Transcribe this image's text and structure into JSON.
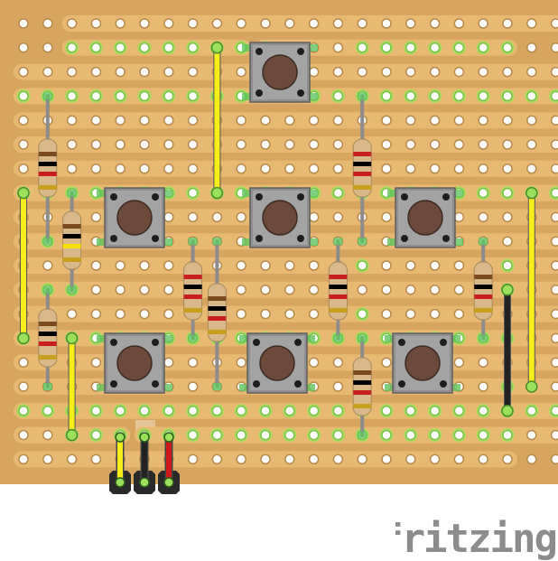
{
  "brand": {
    "watermark": "fritzing"
  },
  "colors": {
    "board": "#d7a55f",
    "strip": "#e8b972",
    "hole": "#ffffff",
    "hole_ring": "#b58a4c",
    "connected_hole": "#9be05a",
    "wire_yellow": "#f5ee1b",
    "wire_black": "#222222",
    "wire_red": "#cc1a1a",
    "button_body": "#8f8f8f",
    "button_cap": "#6b4a3c",
    "resistor_body": "#d9b98a",
    "watermark": "#8c8c8c"
  },
  "board": {
    "columns": 23,
    "rows": 19
  },
  "components": {
    "pushbuttons": [
      {
        "id": "SW1",
        "col": 11
      },
      {
        "id": "SW2",
        "col": 4
      },
      {
        "id": "SW3",
        "col": 11
      },
      {
        "id": "SW4",
        "col": 17
      },
      {
        "id": "SW5",
        "col": 4
      },
      {
        "id": "SW6",
        "col": 10
      },
      {
        "id": "SW7",
        "col": 16
      }
    ],
    "resistors": [
      {
        "id": "R1",
        "bands": [
          "#7a4a1e",
          "#000000",
          "#c81e1e",
          "#c8a020"
        ]
      },
      {
        "id": "R2",
        "bands": [
          "#7a4a1e",
          "#000000",
          "#f5e000",
          "#c8a020"
        ]
      },
      {
        "id": "R3",
        "bands": [
          "#7a4a1e",
          "#000000",
          "#c81e1e",
          "#c8a020"
        ]
      },
      {
        "id": "R4",
        "bands": [
          "#c81e1e",
          "#000000",
          "#c81e1e",
          "#c8a020"
        ]
      },
      {
        "id": "R5",
        "bands": [
          "#7a4a1e",
          "#000000",
          "#c81e1e",
          "#c8a020"
        ]
      },
      {
        "id": "R6",
        "bands": [
          "#c81e1e",
          "#000000",
          "#c81e1e",
          "#c8a020"
        ]
      },
      {
        "id": "R7",
        "bands": [
          "#c81e1e",
          "#000000",
          "#c81e1e",
          "#c8a020"
        ]
      },
      {
        "id": "R8",
        "bands": [
          "#7a4a1e",
          "#000000",
          "#c81e1e",
          "#c8a020"
        ]
      },
      {
        "id": "R9",
        "bands": [
          "#7a4a1e",
          "#000000",
          "#c81e1e",
          "#c8a020"
        ]
      }
    ],
    "wires": [
      {
        "id": "W1",
        "color": "wire_yellow"
      },
      {
        "id": "W2",
        "color": "wire_yellow"
      },
      {
        "id": "W3",
        "color": "wire_yellow"
      },
      {
        "id": "W4",
        "color": "wire_yellow"
      },
      {
        "id": "W5",
        "color": "wire_black"
      }
    ],
    "header_pins": [
      {
        "id": "P1",
        "color": "wire_yellow"
      },
      {
        "id": "P2",
        "color": "wire_black"
      },
      {
        "id": "P3",
        "color": "wire_red"
      }
    ]
  }
}
